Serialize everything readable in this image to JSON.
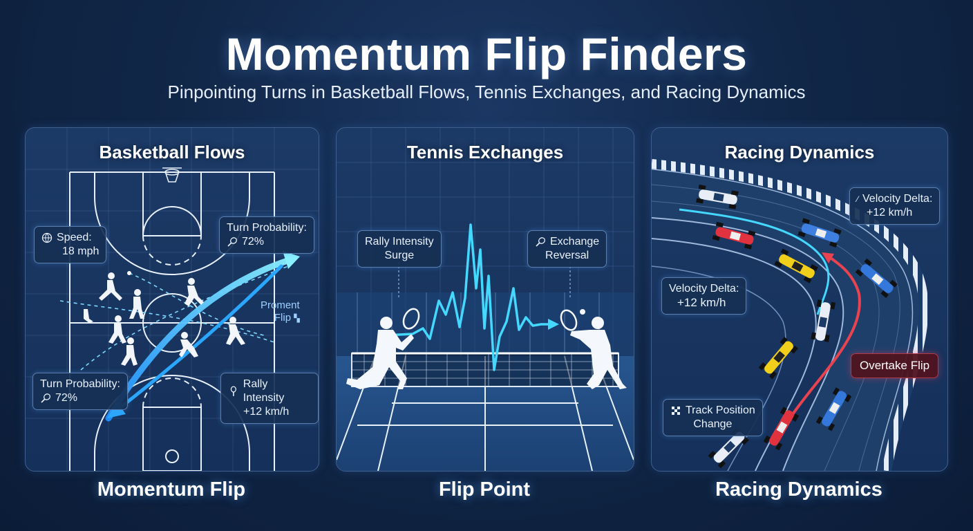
{
  "header": {
    "title": "Momentum Flip Finders",
    "subtitle": "Pinpointing Turns in Basketball Flows, Tennis Exchanges, and Racing Dynamics"
  },
  "panels": [
    {
      "title": "Basketball Flows",
      "caption": "Momentum Flip",
      "labels": {
        "speed_label": "Speed:",
        "speed_value": "18 mph",
        "turn_top_label": "Turn Probability:",
        "turn_top_value": "72%",
        "turn_bottom_label": "Turn Probability:",
        "turn_bottom_value": "72%",
        "rally_label": "Rally Intensity",
        "rally_value": "+12 km/h",
        "prom_label": "Proment",
        "prom_value": "Flip"
      }
    },
    {
      "title": "Tennis Exchanges",
      "caption": "Flip Point",
      "labels": {
        "surge_line1": "Rally Intensity",
        "surge_line2": "Surge",
        "reversal_line1": "Exchange",
        "reversal_line2": "Reversal"
      }
    },
    {
      "title": "Racing Dynamics",
      "caption": "Racing Dynamics",
      "labels": {
        "vel_top_label": "Velocity Delta:",
        "vel_top_value": "+12 km/h",
        "vel_mid_label": "Velocity Delta:",
        "vel_mid_value": "+12 km/h",
        "overtake": "Overtake Flip",
        "track_line1": "Track Position",
        "track_line2": "Change"
      }
    }
  ],
  "colors": {
    "accent": "#3fd0ff",
    "flip_red": "#e8434f",
    "panel_bg": "#1a3762"
  },
  "icons": [
    "basketball-icon",
    "tennis-racket-icon",
    "checkered-flag-icon",
    "racing-car-icon"
  ]
}
